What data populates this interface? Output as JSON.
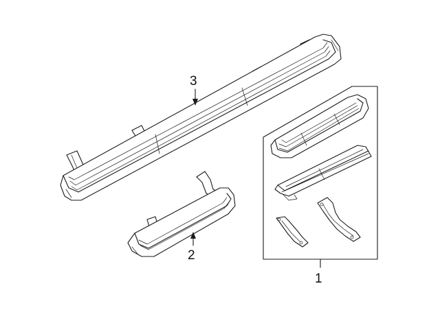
{
  "callouts": {
    "part_1": "1",
    "part_2": "2",
    "part_3": "3"
  },
  "colors": {
    "line": "#1a1a1a",
    "background": "#ffffff"
  }
}
